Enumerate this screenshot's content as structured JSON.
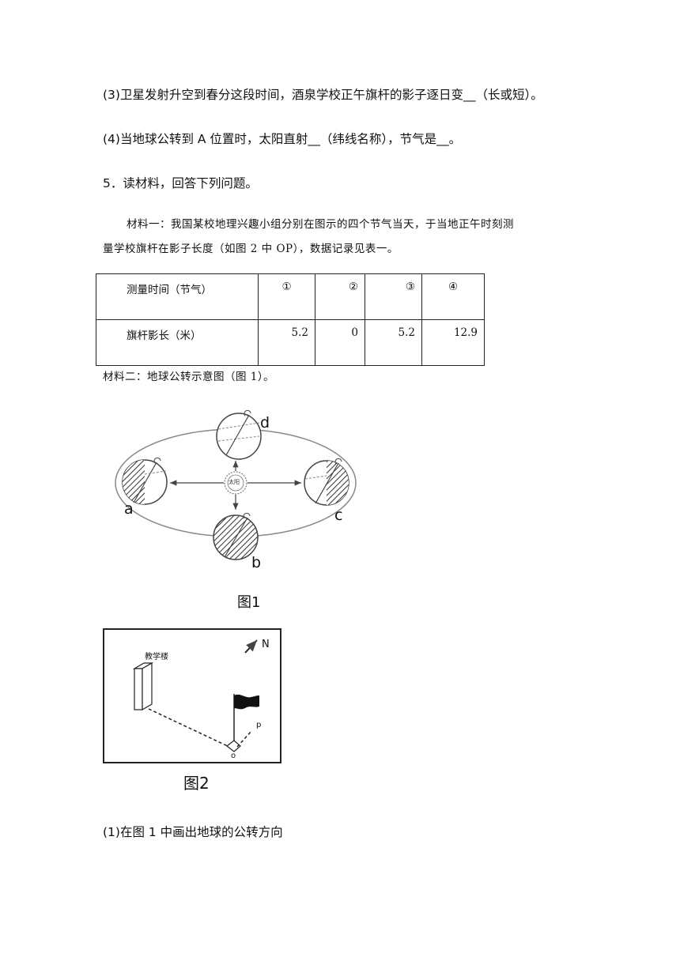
{
  "questions": {
    "q3": "(3)卫星发射升空到春分这段时间，酒泉学校正午旗杆的影子逐日变__（长或短）。",
    "q4": "(4)当地球公转到 A 位置时，太阳直射__（纬线名称），节气是__。",
    "q5": "5．读材料，回答下列问题。",
    "q1": "(1)在图 1 中画出地球的公转方向"
  },
  "material1": {
    "line1": "材料一：我国某校地理兴趣小组分别在图示的四个节气当天，于当地正午时刻测",
    "line2": "量学校旗杆在影子长度（如图 2 中 OP），数据记录见表一。"
  },
  "table": {
    "header_label": "测量时间（节气）",
    "columns": [
      "①",
      "②",
      "③",
      "④"
    ],
    "row_label": "旗杆影长（米）",
    "values": [
      "5.2",
      "0",
      "5.2",
      "12.9"
    ]
  },
  "material2": "材料二：地球公转示意图（图 1）。",
  "figure1": {
    "sun_label": "太阳",
    "labels": {
      "a": "a",
      "b": "b",
      "c": "c",
      "d": "d"
    },
    "caption": "图1"
  },
  "figure2": {
    "building_label": "教学楼",
    "north_label": "N",
    "point_o": "o",
    "point_p": "p",
    "caption": "图2"
  }
}
